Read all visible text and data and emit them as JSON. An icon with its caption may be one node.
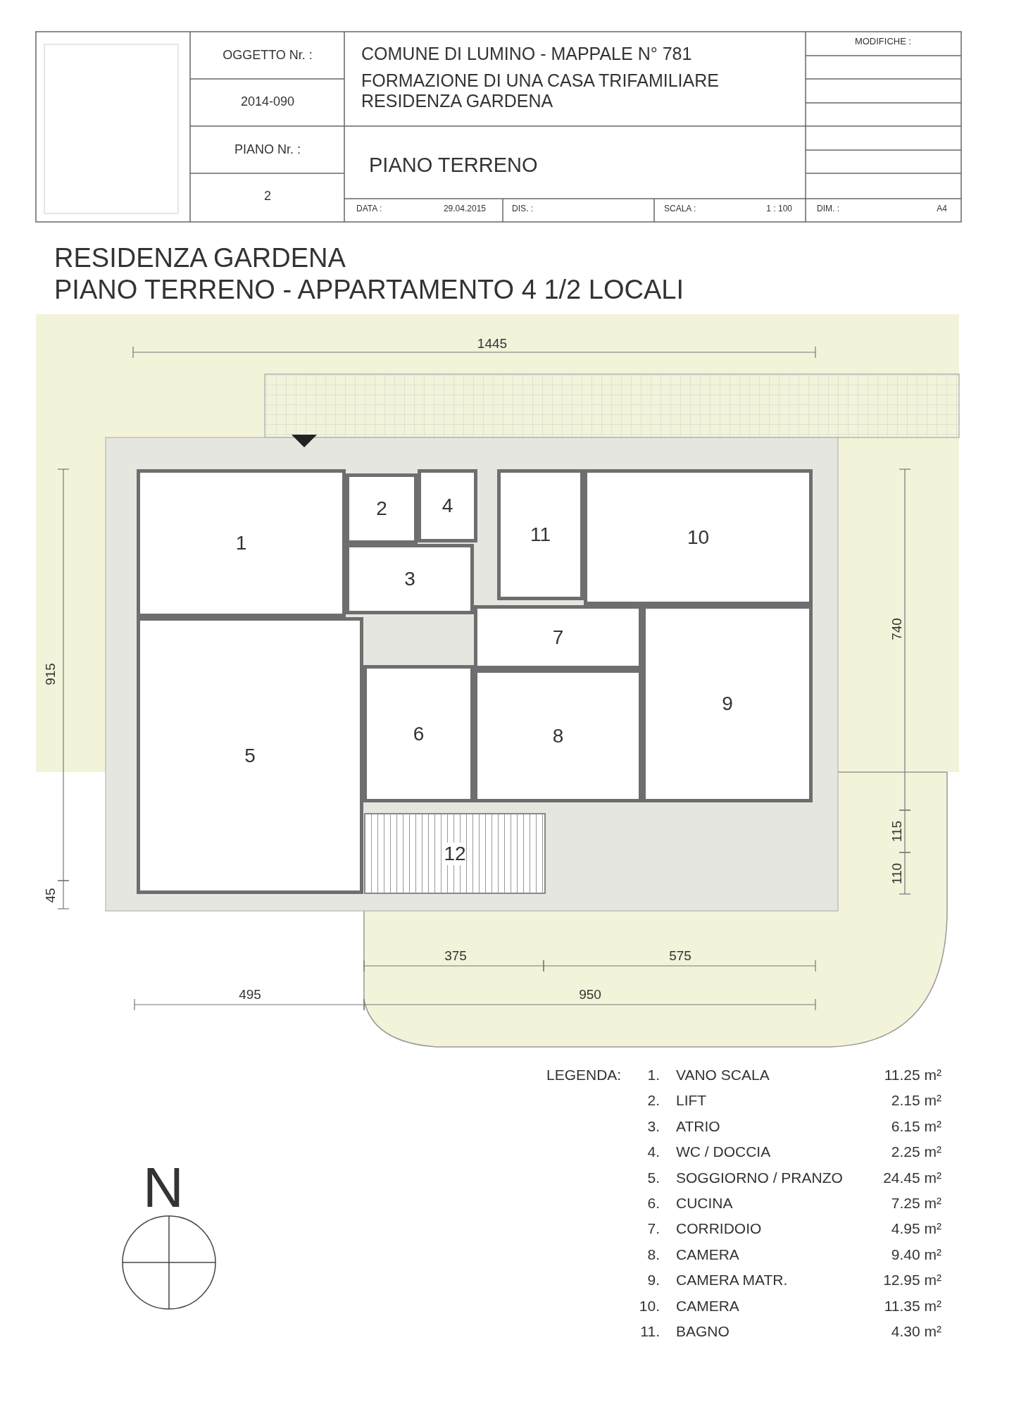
{
  "diagram": {
    "title": "RESIDENZA GARDENA",
    "nodes": [
      {
        "text": [
          "1"
        ]
      },
      {
        "text": [
          "2"
        ]
      },
      {
        "text": [
          "4"
        ]
      },
      {
        "text": [
          "11"
        ]
      },
      {
        "text": [
          "10"
        ]
      },
      {
        "text": [
          "3"
        ]
      },
      {
        "text": [
          "7"
        ]
      },
      {
        "text": [
          "5"
        ]
      },
      {
        "text": [
          "6"
        ]
      },
      {
        "text": [
          "8"
        ]
      },
      {
        "text": [
          "9"
        ]
      },
      {
        "text": [
          "12"
        ]
      }
    ],
    "edges": [],
    "labels": [
      "OGGETTO Nr. :",
      "COMUNE DI LUMINO - MAPPALE N° 781",
      "FORMAZIONE DI UNA CASA TRIFAMILIARE RESIDENZA GARDENA",
      "MODIFICHE :",
      "2014-090",
      "PIANO Nr. :",
      "PIANO TERRENO",
      "2",
      "DATA :",
      "29.04.2015",
      "DIS. :",
      "SCALA :",
      "1 : 100",
      "DIM. :",
      "A4",
      "PIANO TERRENO - APPARTAMENTO 4 1/2 LOCALI",
      "1445",
      "915",
      "740",
      "45",
      "115",
      "110",
      "375",
      "575",
      "495",
      "950",
      "LEGENDA:",
      "1.",
      "VANO SCALA",
      "11.25 m²",
      "2.",
      "LIFT",
      "2.15 m²",
      "3.",
      "ATRIO",
      "6.15 m²",
      "4.",
      "WC / DOCCIA",
      "2.25 m²",
      "5.",
      "SOGGIORNO / PRANZO",
      "24.45 m²",
      "6.",
      "CUCINA",
      "7.25 m²",
      "7.",
      "CORRIDOIO",
      "4.95 m²",
      "8.",
      "CAMERA",
      "9.40 m²",
      "9.",
      "CAMERA MATR.",
      "12.95 m²",
      "10.",
      "CAMERA",
      "11.35 m²",
      "11.",
      "BAGNO",
      "4.30 m²",
      "N"
    ]
  }
}
